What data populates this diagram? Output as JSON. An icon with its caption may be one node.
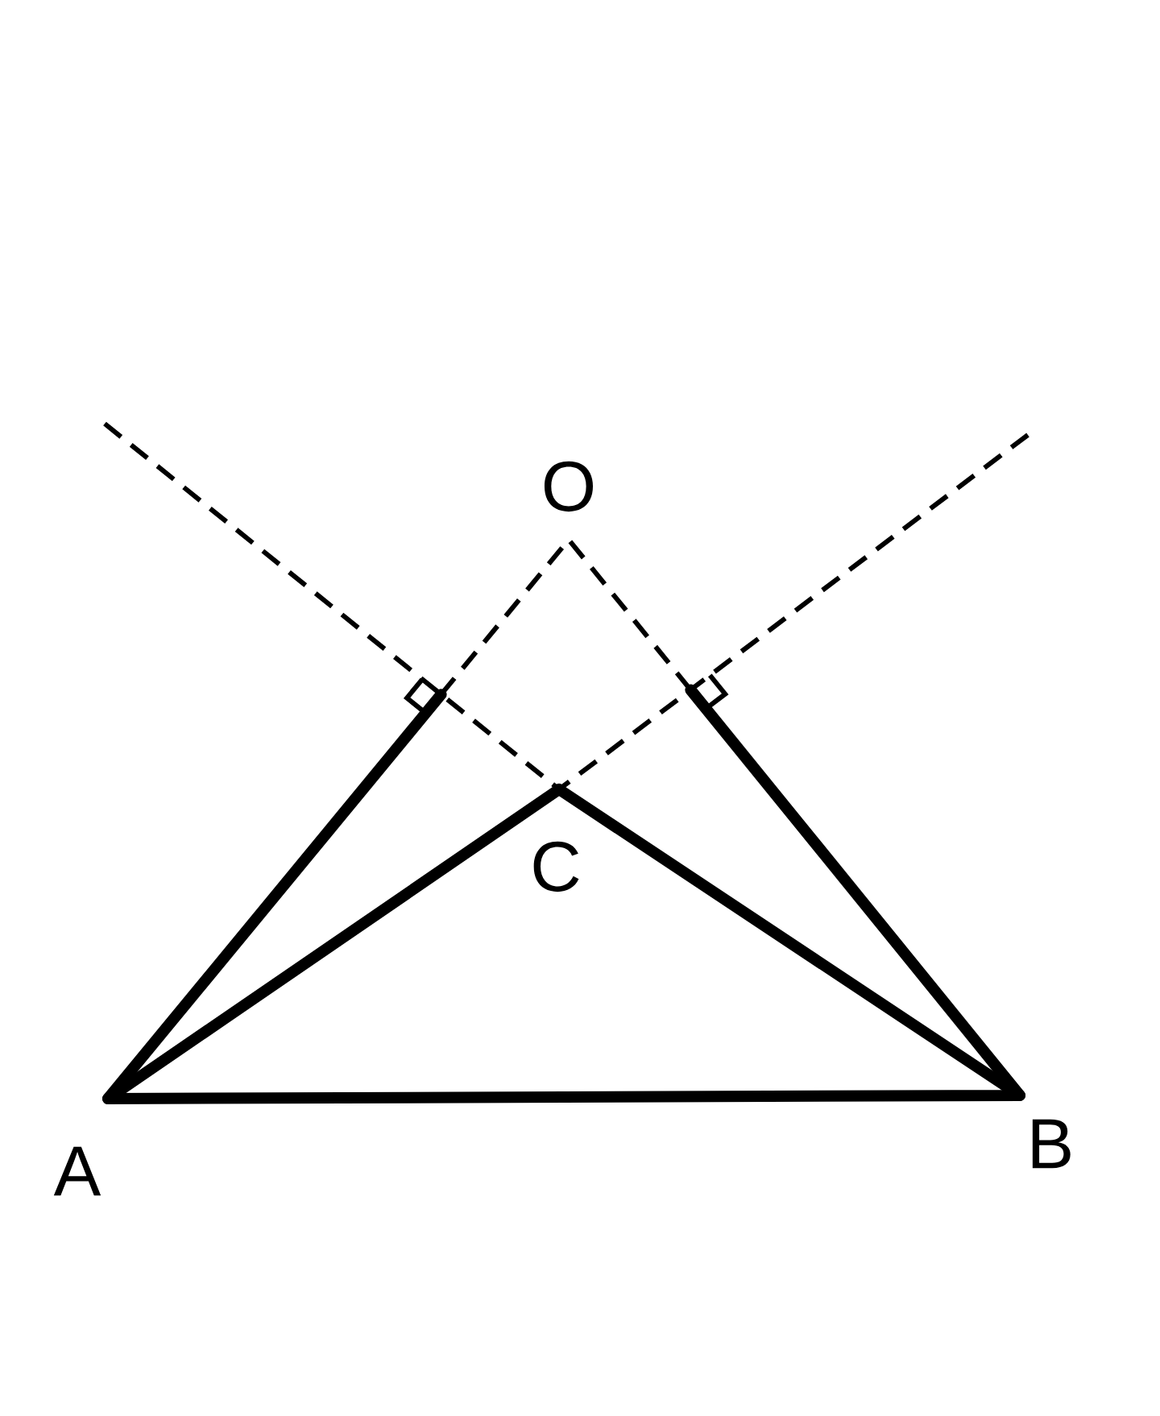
{
  "diagram": {
    "labels": [
      "O",
      "C",
      "A",
      "B"
    ]
  }
}
